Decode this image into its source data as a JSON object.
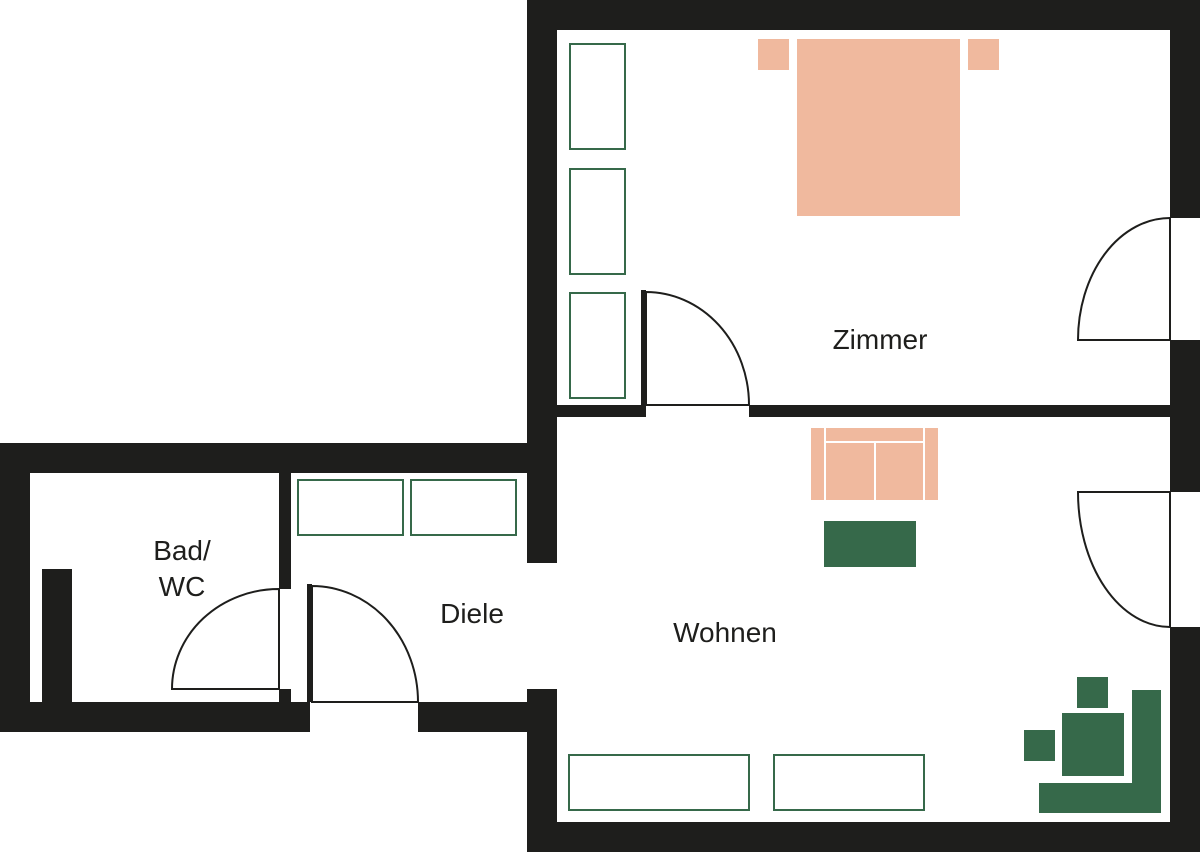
{
  "colors": {
    "wall": "#1e1e1c",
    "bed_sofa": "#f0b99e",
    "table_chair": "#36694a",
    "cabinet_outline": "#36694a",
    "door_line": "#1e1e1c",
    "background": "#ffffff"
  },
  "rooms": {
    "zimmer": "Zimmer",
    "wohnen": "Wohnen",
    "diele": "Diele",
    "bad_wc": "Bad/\nWC"
  },
  "furniture": {
    "bed": "double-bed",
    "sofa": "sofa",
    "coffee_table": "coffee-table",
    "dining_set": "table-with-chairs-and-corner-bench",
    "wardrobe": "wardrobe",
    "sideboard": "sideboard",
    "hall_cabinet": "hall-cabinet"
  }
}
